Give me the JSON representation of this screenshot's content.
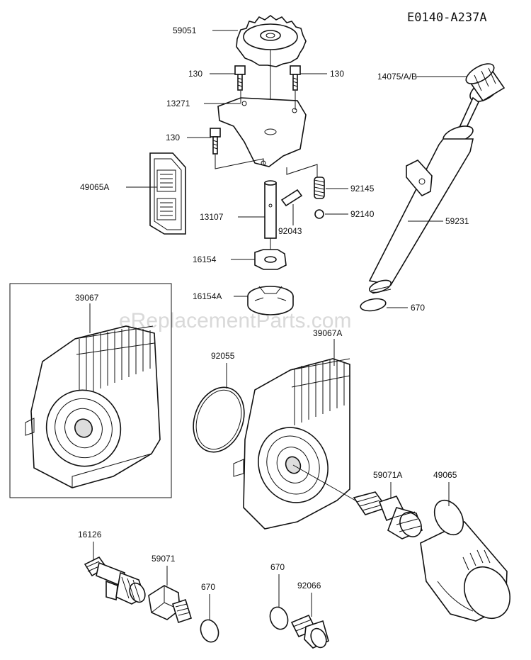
{
  "diagram_code": "E0140-A237A",
  "watermark": "eReplacementParts.com",
  "labels": {
    "p59051": "59051",
    "p130a": "130",
    "p130b": "130",
    "p130c": "130",
    "p13271": "13271",
    "p49065A": "49065A",
    "p92145": "92145",
    "p92140": "92140",
    "p13107": "13107",
    "p92043": "92043",
    "p16154": "16154",
    "p16154A": "16154A",
    "p14075": "14075/A/B",
    "p59231": "59231",
    "p670a": "670",
    "p39067": "39067",
    "p39067A": "39067A",
    "p92055": "92055",
    "p59071A": "59071A",
    "p49065": "49065",
    "p16126": "16126",
    "p59071": "59071",
    "p670b": "670",
    "p670c": "670",
    "p92066": "92066"
  }
}
